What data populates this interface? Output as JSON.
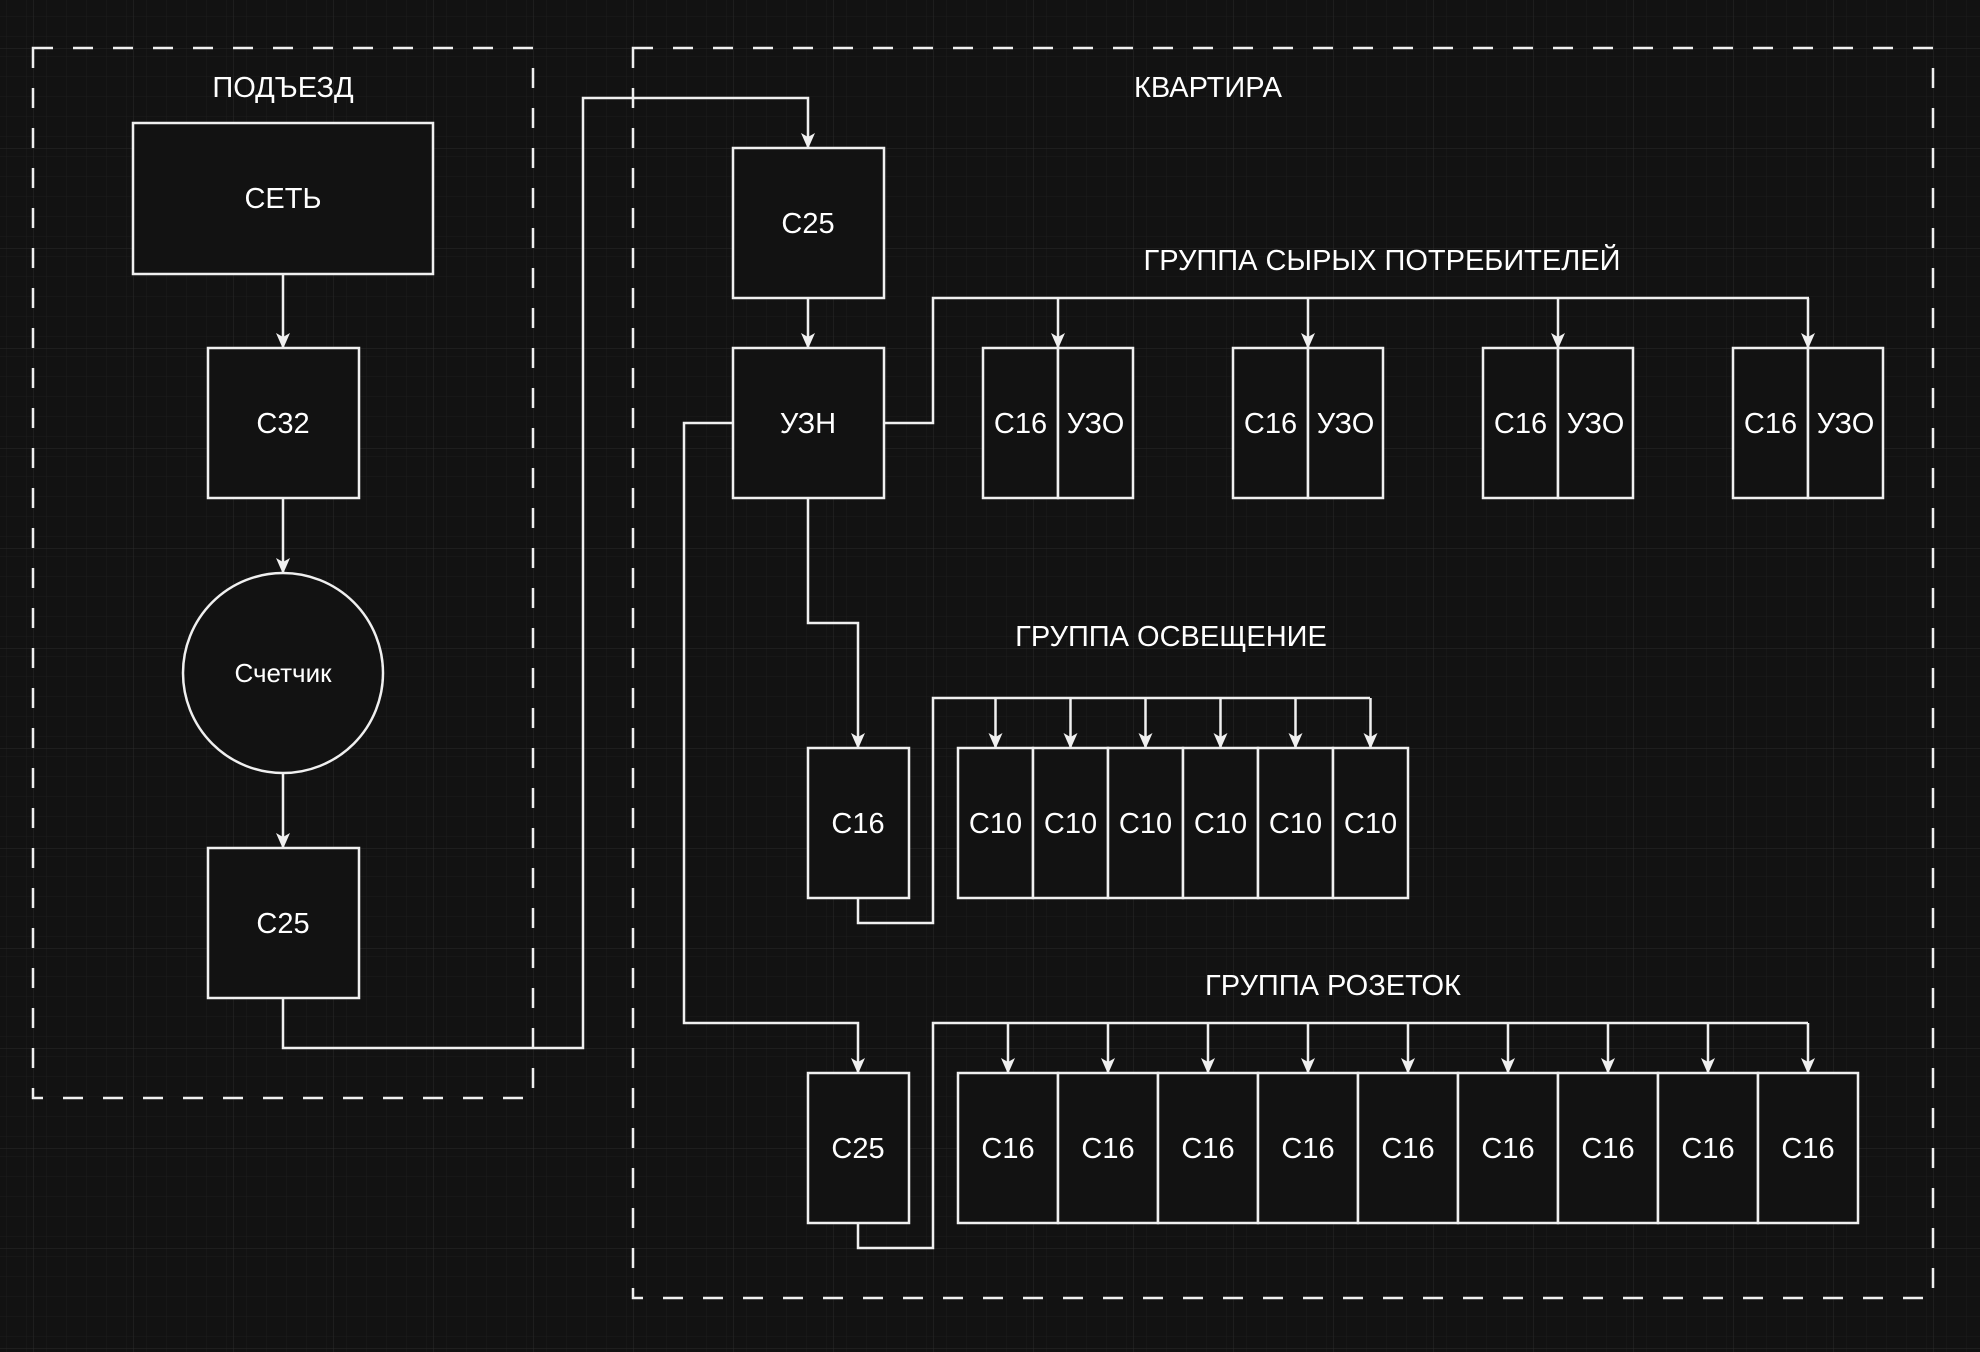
{
  "diagram": {
    "colors": {
      "background": "#121212",
      "grid_minor": "#1c1c1c",
      "grid_major": "#2a2a2a",
      "stroke": "#f0f0f0",
      "text": "#ffffff",
      "node_fill": "#121212"
    },
    "containers": [
      {
        "id": "entrance",
        "label": "ПОДЪЕЗД"
      },
      {
        "id": "apartment",
        "label": "КВАРТИРА"
      }
    ],
    "group_titles": {
      "wet": "ГРУППА СЫРЫХ ПОТРЕБИТЕЛЕЙ",
      "lighting": "ГРУППА ОСВЕЩЕНИЕ",
      "outlets": "ГРУППА РОЗЕТОК"
    },
    "entrance_nodes": {
      "grid": "СЕТЬ",
      "main_breaker": "C32",
      "meter": "Счетчик",
      "meter_breaker": "C25"
    },
    "apartment_nodes": {
      "input_breaker": "C25",
      "voltage_relay": "УЗН",
      "lighting_breaker": "C16",
      "outlets_breaker": "C25"
    },
    "wet_group": [
      {
        "breaker": "C16",
        "rcd": "УЗО"
      },
      {
        "breaker": "C16",
        "rcd": "УЗО"
      },
      {
        "breaker": "C16",
        "rcd": "УЗО"
      },
      {
        "breaker": "C16",
        "rcd": "УЗО"
      }
    ],
    "lighting_group": [
      "C10",
      "C10",
      "C10",
      "C10",
      "C10",
      "C10"
    ],
    "outlets_group": [
      "C16",
      "C16",
      "C16",
      "C16",
      "C16",
      "C16",
      "C16",
      "C16",
      "C16"
    ],
    "edges": [
      {
        "from": "СЕТЬ",
        "to": "C32"
      },
      {
        "from": "C32",
        "to": "Счетчик"
      },
      {
        "from": "Счетчик",
        "to": "C25 (ПОДЪЕЗД)"
      },
      {
        "from": "C25 (ПОДЪЕЗД)",
        "to": "C25 (КВАРТИРА)"
      },
      {
        "from": "C25 (КВАРТИРА)",
        "to": "УЗН"
      },
      {
        "from": "УЗН",
        "to": "ГРУППА СЫРЫХ ПОТРЕБИТЕЛЕЙ"
      },
      {
        "from": "УЗН",
        "to": "C16 (ОСВЕЩЕНИЕ)"
      },
      {
        "from": "C16 (ОСВЕЩЕНИЕ)",
        "to": "C10 ×6"
      },
      {
        "from": "УЗН",
        "to": "C25 (РОЗЕТКИ)"
      },
      {
        "from": "C25 (РОЗЕТКИ)",
        "to": "C16 ×9"
      }
    ]
  }
}
